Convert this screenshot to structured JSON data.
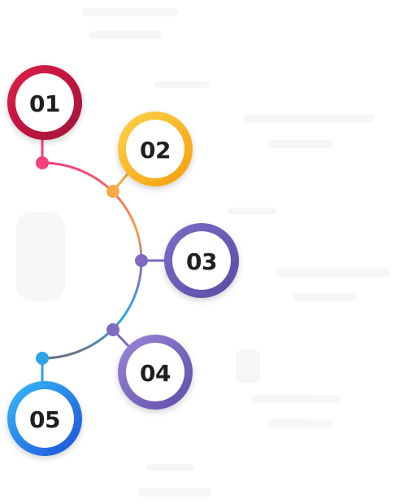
{
  "steps": [
    {
      "number": "01",
      "color_start": "#c9184a",
      "color_end": "#e11d48"
    },
    {
      "number": "02",
      "color_start": "#f59e0b",
      "color_end": "#fbbf24"
    },
    {
      "number": "03",
      "color_start": "#6b5bb0",
      "color_end": "#7c6cc7"
    },
    {
      "number": "04",
      "color_start": "#6b5bb0",
      "color_end": "#8b7bd0"
    },
    {
      "number": "05",
      "color_start": "#0ea5e9",
      "color_end": "#2563eb"
    }
  ],
  "connector_colors": {
    "pink": "#f43f7a",
    "orange": "#f6a84a",
    "purple": "#7e6bbf",
    "blue": "#2ea3e5",
    "gray": "#6b7280"
  }
}
